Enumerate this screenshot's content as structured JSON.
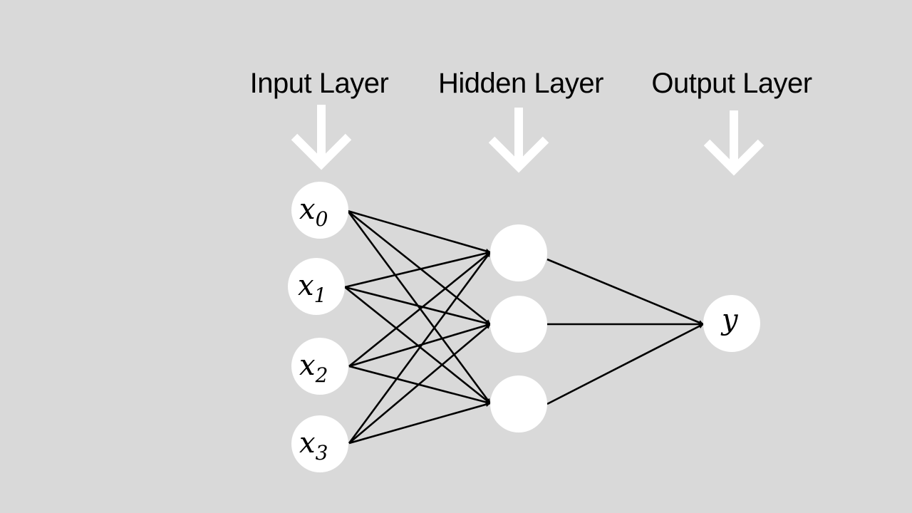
{
  "layers": [
    {
      "id": "input",
      "title": "Input Layer"
    },
    {
      "id": "hidden",
      "title": "Hidden Layer"
    },
    {
      "id": "output",
      "title": "Output Layer"
    }
  ],
  "input_nodes": [
    {
      "base": "x",
      "sub": "0"
    },
    {
      "base": "x",
      "sub": "1"
    },
    {
      "base": "x",
      "sub": "2"
    },
    {
      "base": "x",
      "sub": "3"
    }
  ],
  "hidden_nodes": [
    "",
    "",
    ""
  ],
  "output_nodes": [
    {
      "base": "y",
      "sub": ""
    }
  ],
  "colors": {
    "background": "#d9d9d9",
    "node_fill": "#ffffff",
    "edge": "#000000",
    "arrow_icon": "#ffffff"
  },
  "icons": {
    "layer_pointer": "arrow-down-icon",
    "edge_head": "arrowhead-icon"
  }
}
